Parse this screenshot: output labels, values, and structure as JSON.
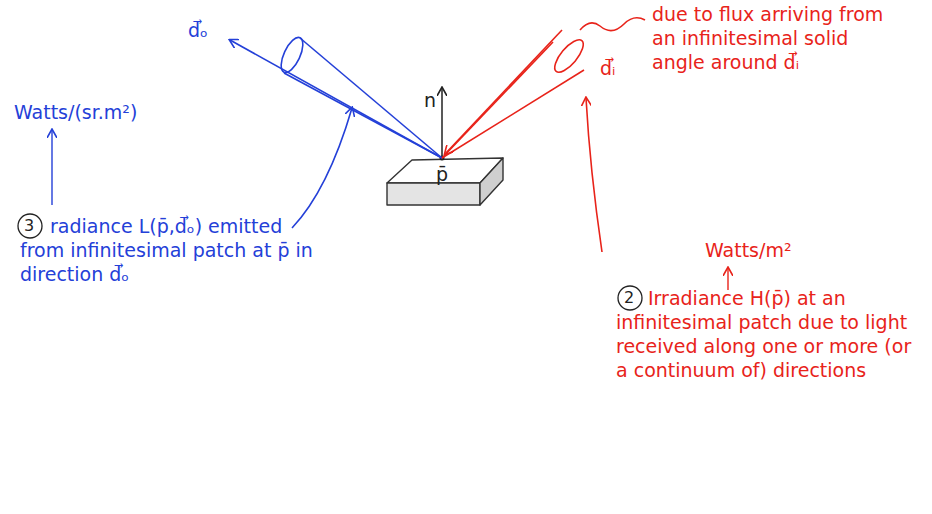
{
  "diagram": {
    "labels": [
      "d⃗ₒ",
      "n",
      "p̄",
      "d⃗ᵢ",
      "due to flux arriving from an infinitesimal solid angle around d⃗ᵢ",
      "Watts/(sr.m²)",
      "3",
      "radiance L(p̄,d⃗ₒ) emitted from infinitesimal patch at p̄ in direction d⃗ₒ",
      "Watts/m²",
      "2",
      "Irradiance H(p̄) at an infinitesimal patch due to light received along one or more (or a continuum of) directions"
    ]
  }
}
